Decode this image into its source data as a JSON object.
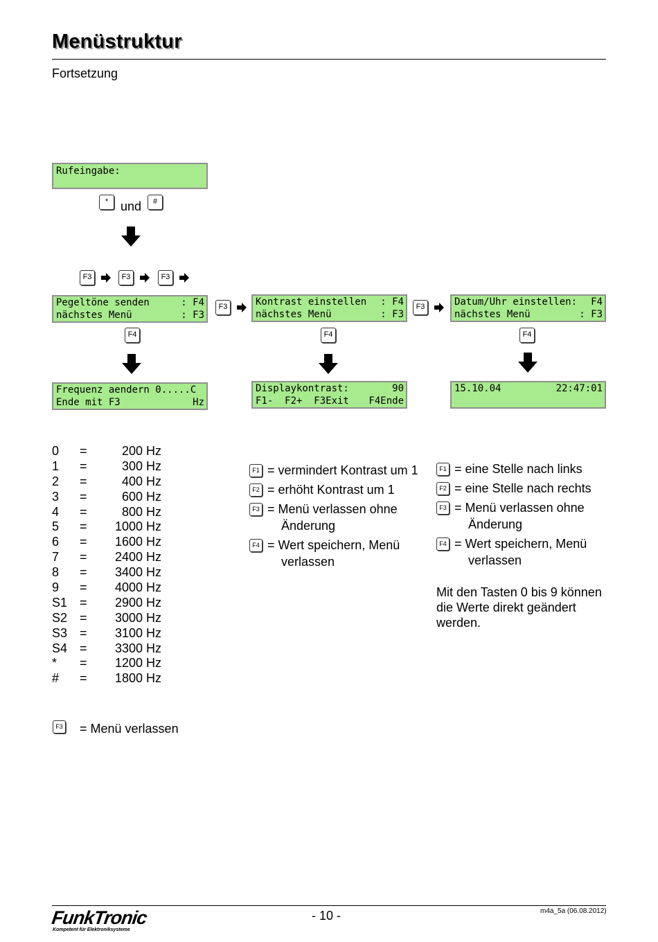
{
  "header": {
    "title": "Menüstruktur",
    "subtitle": "Fortsetzung"
  },
  "top_lcd": {
    "line1": "Rufeingabe:",
    "line2": ""
  },
  "top_keys": {
    "star": "*",
    "hash": "#",
    "joiner": "und"
  },
  "sequence_keys": [
    "F3",
    "F3",
    "F3"
  ],
  "menu_lcds": [
    {
      "left1": "Pegeltöne senden",
      "right1": ": F4",
      "left2": "nächstes Menü",
      "right2": ": F3"
    },
    {
      "left1": "Kontrast einstellen",
      "right1": ": F4",
      "left2": "nächstes Menü",
      "right2": ": F3"
    },
    {
      "left1": "Datum/Uhr einstellen:",
      "right1": "F4",
      "left2": "nächstes Menü",
      "right2": ": F3"
    }
  ],
  "between_keys": [
    "F3",
    "F3"
  ],
  "down_keys": [
    "F4",
    "F4",
    "F4"
  ],
  "result_lcds": [
    {
      "left1": "Frequenz aendern 0.....C",
      "right1": "",
      "left2": "Ende mit F3",
      "right2": "Hz"
    },
    {
      "left1": "Displaykontrast:",
      "right1": "90",
      "left2": "F1-  F2+  F3Exit",
      "right2": "F4Ende"
    },
    {
      "left1": "15.10.04",
      "right1": "22:47:01",
      "left2": "",
      "right2": ""
    }
  ],
  "freq_table": [
    {
      "key": "0",
      "eq": "=",
      "value": "200 Hz"
    },
    {
      "key": "1",
      "eq": "=",
      "value": "300 Hz"
    },
    {
      "key": "2",
      "eq": "=",
      "value": "400 Hz"
    },
    {
      "key": "3",
      "eq": "=",
      "value": "600 Hz"
    },
    {
      "key": "4",
      "eq": "=",
      "value": "800 Hz"
    },
    {
      "key": "5",
      "eq": "=",
      "value": "1000 Hz"
    },
    {
      "key": "6",
      "eq": "=",
      "value": "1600 Hz"
    },
    {
      "key": "7",
      "eq": "=",
      "value": "2400 Hz"
    },
    {
      "key": "8",
      "eq": "=",
      "value": "3400 Hz"
    },
    {
      "key": "9",
      "eq": "=",
      "value": "4000 Hz"
    },
    {
      "key": "S1",
      "eq": "=",
      "value": "2900 Hz"
    },
    {
      "key": "S2",
      "eq": "=",
      "value": "3000 Hz"
    },
    {
      "key": "S3",
      "eq": "=",
      "value": "3100 Hz"
    },
    {
      "key": "S4",
      "eq": "=",
      "value": "3300 Hz"
    },
    {
      "key": "*",
      "eq": "=",
      "value": "1200 Hz"
    },
    {
      "key": "#",
      "eq": "=",
      "value": "1800 Hz"
    }
  ],
  "exit_note": {
    "key": "F3",
    "text": "= Menü verlassen"
  },
  "contrast_legend": [
    {
      "key": "F1",
      "text": "= vermindert Kontrast um 1",
      "cont": ""
    },
    {
      "key": "F2",
      "text": "= erhöht Kontrast um 1",
      "cont": ""
    },
    {
      "key": "F3",
      "text": "= Menü verlassen ohne",
      "cont": "Änderung"
    },
    {
      "key": "F4",
      "text": "= Wert speichern, Menü",
      "cont": "verlassen"
    }
  ],
  "datetime_legend": [
    {
      "key": "F1",
      "text": "= eine Stelle nach links",
      "cont": ""
    },
    {
      "key": "F2",
      "text": "= eine Stelle nach rechts",
      "cont": ""
    },
    {
      "key": "F3",
      "text": "= Menü verlassen ohne",
      "cont": "Änderung"
    },
    {
      "key": "F4",
      "text": "= Wert speichern, Menü",
      "cont": "verlassen"
    }
  ],
  "datetime_note": [
    "Mit den Tasten 0 bis 9 können",
    "die Werte direkt geändert",
    "werden."
  ],
  "footer": {
    "logo": "FunkTronic",
    "tagline": "Kompetent für Elektroniksysteme",
    "page": "- 10 -",
    "ref": "m4a_5a (06.08.2012)"
  },
  "colors": {
    "lcd_bg": "#a8ea8e",
    "lcd_border": "#8f8f8f"
  }
}
